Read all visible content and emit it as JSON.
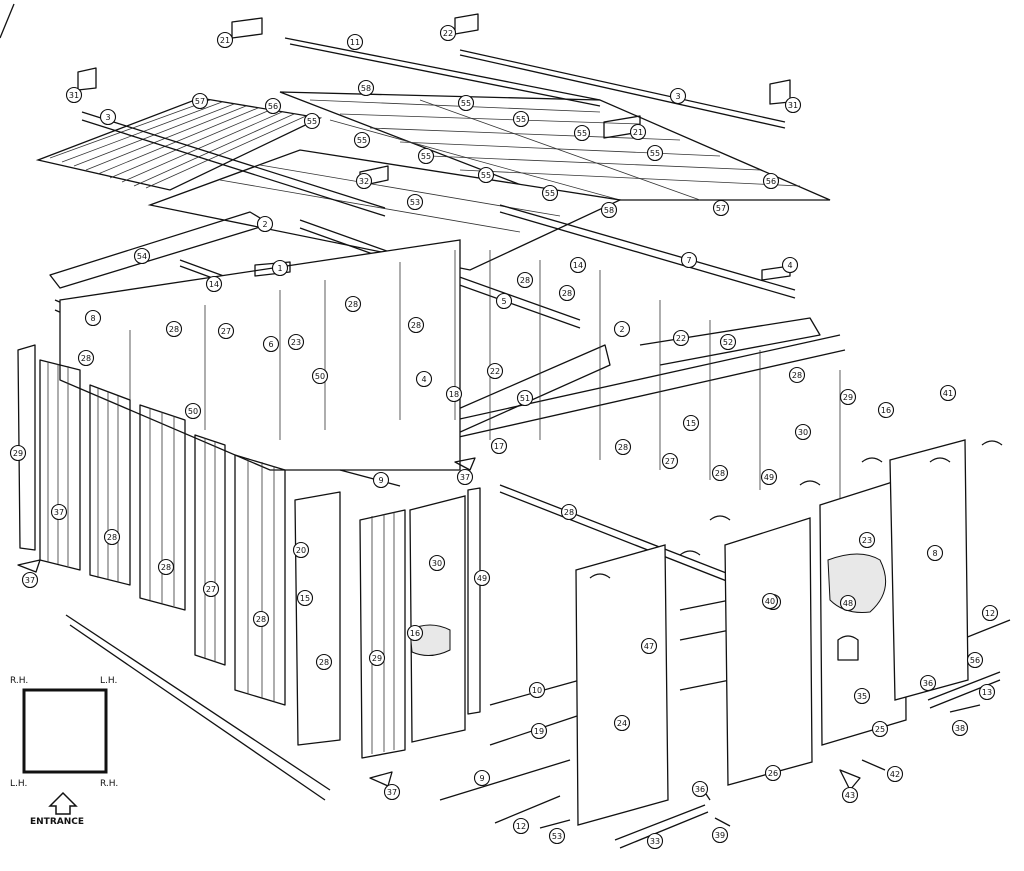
{
  "orientation_legend": {
    "top_left": "R.H.",
    "top_right": "L.H.",
    "bottom_left": "L.H.",
    "bottom_right": "R.H.",
    "entrance": "ENTRANCE"
  },
  "part_labels": [
    "21",
    "11",
    "22",
    "3",
    "31",
    "31",
    "3",
    "57",
    "56",
    "55",
    "58",
    "55",
    "55",
    "55",
    "21",
    "55",
    "55",
    "55",
    "56",
    "57",
    "32",
    "55",
    "55",
    "53",
    "2",
    "58",
    "54",
    "1",
    "14",
    "14",
    "7",
    "4",
    "28",
    "5",
    "28",
    "8",
    "28",
    "27",
    "28",
    "28",
    "2",
    "22",
    "52",
    "6",
    "23",
    "50",
    "4",
    "18",
    "22",
    "51",
    "28",
    "29",
    "50",
    "15",
    "16",
    "41",
    "28",
    "30",
    "29",
    "17",
    "28",
    "27",
    "28",
    "37",
    "9",
    "49",
    "28",
    "8",
    "23",
    "40",
    "20",
    "30",
    "49",
    "48",
    "37",
    "28",
    "28",
    "27",
    "28",
    "47",
    "15",
    "16",
    "28",
    "29",
    "40",
    "37",
    "12",
    "10",
    "24",
    "56",
    "35",
    "36",
    "19",
    "26",
    "25",
    "13",
    "38",
    "9",
    "42",
    "43",
    "37",
    "12",
    "53",
    "36",
    "33",
    "39"
  ]
}
